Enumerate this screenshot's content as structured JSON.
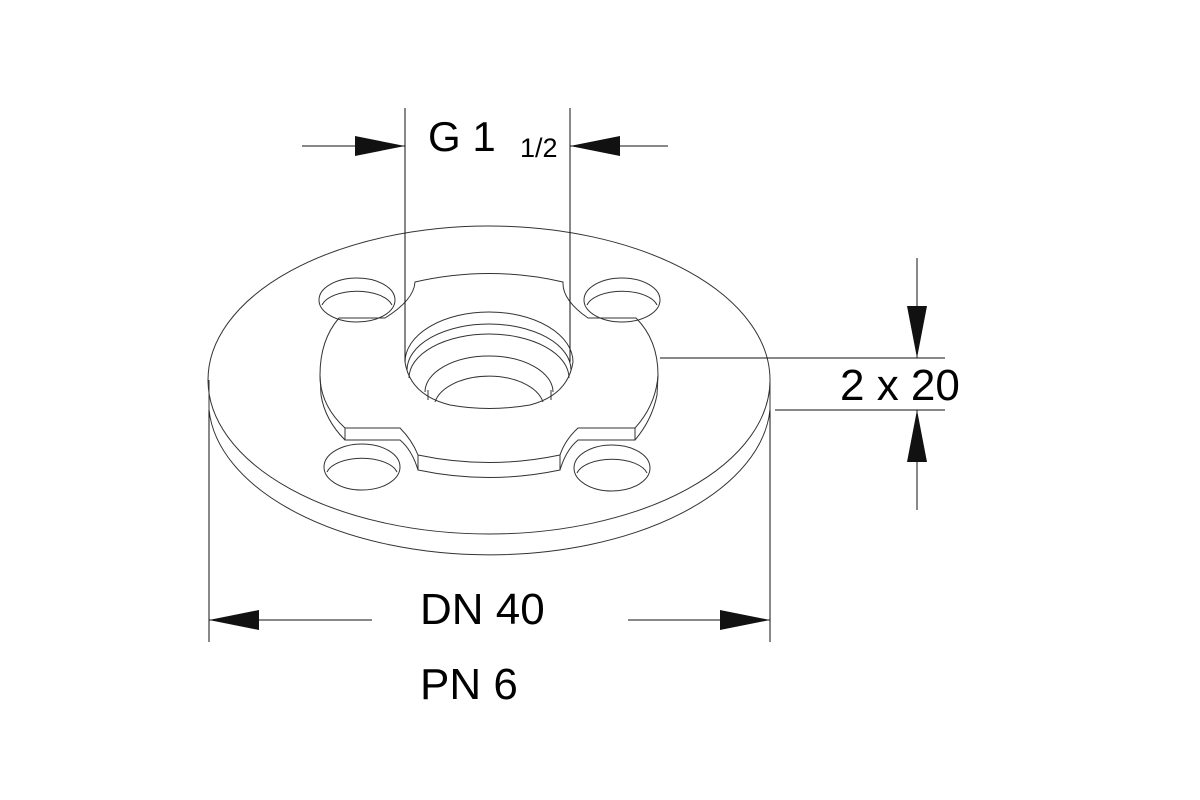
{
  "drawing": {
    "thread_label": "G 1",
    "thread_fraction": "1/2",
    "thickness_label": "2 x 20",
    "nominal_diameter_label": "DN 40",
    "pressure_label": "PN 6"
  }
}
